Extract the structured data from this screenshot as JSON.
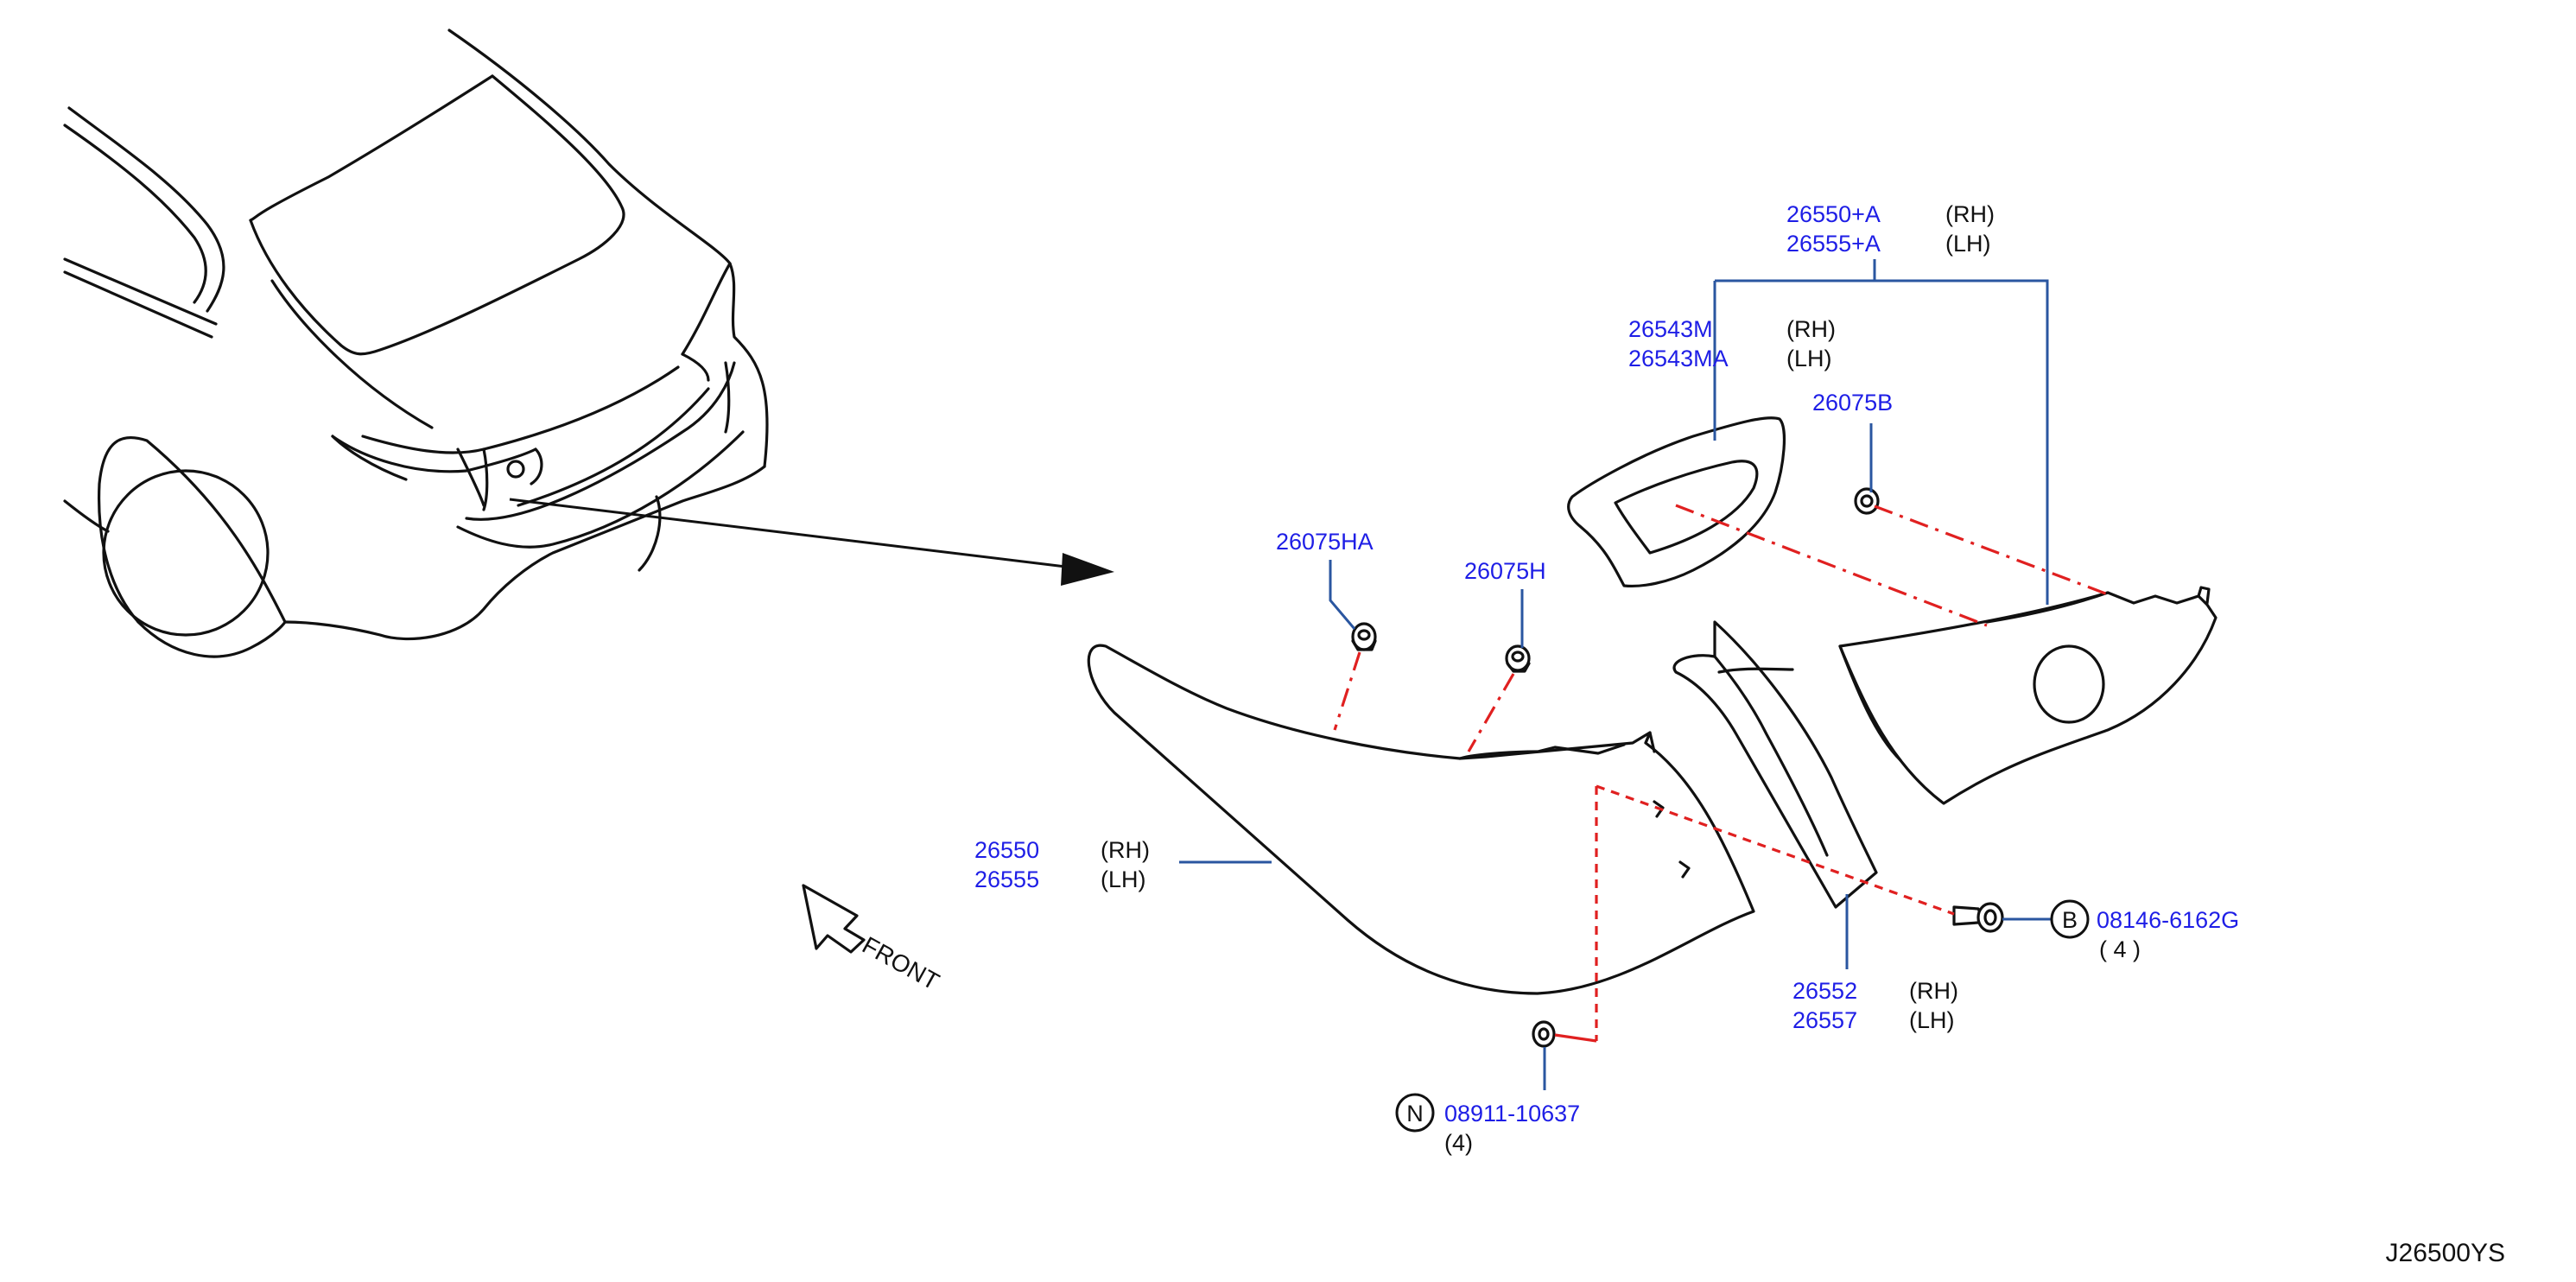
{
  "callouts": [
    {
      "id": "assy",
      "parts": [
        "26550+A",
        "26555+A"
      ],
      "sides": [
        "(RH)",
        "(LH)"
      ]
    },
    {
      "id": "gasket",
      "parts": [
        "26543M",
        "26543MA"
      ],
      "sides": [
        "(RH)",
        "(LH)"
      ]
    },
    {
      "id": "clip-b",
      "parts": [
        "26075B"
      ]
    },
    {
      "id": "clip-ha",
      "parts": [
        "26075HA"
      ]
    },
    {
      "id": "clip-h",
      "parts": [
        "26075H"
      ]
    },
    {
      "id": "lamp",
      "parts": [
        "26550",
        "26555"
      ],
      "sides": [
        "(RH)",
        "(LH)"
      ]
    },
    {
      "id": "finisher",
      "parts": [
        "26552",
        "26557"
      ],
      "sides": [
        "(RH)",
        "(LH)"
      ]
    },
    {
      "id": "bolt",
      "badge": "B",
      "parts": [
        "08146-6162G"
      ],
      "qty": "( 4 )"
    },
    {
      "id": "nut",
      "badge": "N",
      "parts": [
        "08911-10637"
      ],
      "qty": "(4)"
    }
  ],
  "front_label": "FRONT",
  "diagram_code": "J26500YS",
  "colors": {
    "part_number": "#1e1ee6",
    "leader": "#2a56a0",
    "fastener_line": "#e02020"
  }
}
